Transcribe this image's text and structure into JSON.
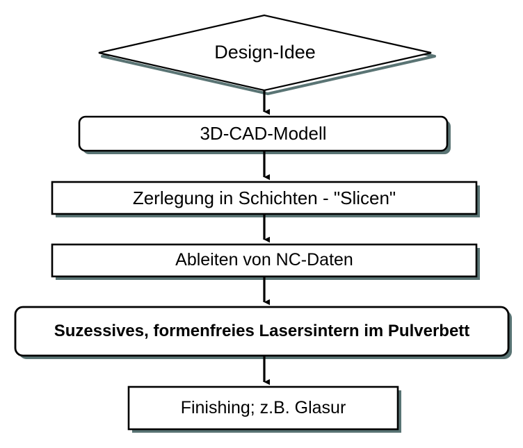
{
  "diagram": {
    "title": "Ablaufdiagramm Lasersintern",
    "type": "flowchart",
    "orientation": "top-to-bottom",
    "background_color": "#ffffff",
    "stroke_color": "#000000",
    "shadow_color": "#3d5c5c",
    "fill_color": "#ffffff",
    "nodes": [
      {
        "id": "design-idee",
        "label": "Design-Idee",
        "shape": "diamond",
        "bold": false,
        "rounded": false
      },
      {
        "id": "cad-modell",
        "label": "3D-CAD-Modell",
        "shape": "rectangle",
        "bold": false,
        "rounded": true
      },
      {
        "id": "slicen",
        "label": "Zerlegung in Schichten - \"Slicen\"",
        "shape": "rectangle",
        "bold": false,
        "rounded": false
      },
      {
        "id": "nc-daten",
        "label": "Ableiten von NC-Daten",
        "shape": "rectangle",
        "bold": false,
        "rounded": false
      },
      {
        "id": "lasersintern",
        "label": "Suzessives, formenfreies Lasersintern im Pulverbett",
        "shape": "rectangle",
        "bold": true,
        "rounded": true
      },
      {
        "id": "finishing",
        "label": "Finishing; z.B. Glasur",
        "shape": "rectangle",
        "bold": false,
        "rounded": false
      }
    ],
    "connectors": [
      {
        "id": "arrow-1",
        "from": "design-idee",
        "to": "cad-modell",
        "style": "solid-arrow-down"
      },
      {
        "id": "arrow-2",
        "from": "cad-modell",
        "to": "slicen",
        "style": "solid-arrow-down"
      },
      {
        "id": "arrow-3",
        "from": "slicen",
        "to": "nc-daten",
        "style": "solid-arrow-down"
      },
      {
        "id": "arrow-4",
        "from": "nc-daten",
        "to": "lasersintern",
        "style": "solid-arrow-down"
      },
      {
        "id": "arrow-5",
        "from": "lasersintern",
        "to": "finishing",
        "style": "solid-arrow-down"
      }
    ]
  }
}
